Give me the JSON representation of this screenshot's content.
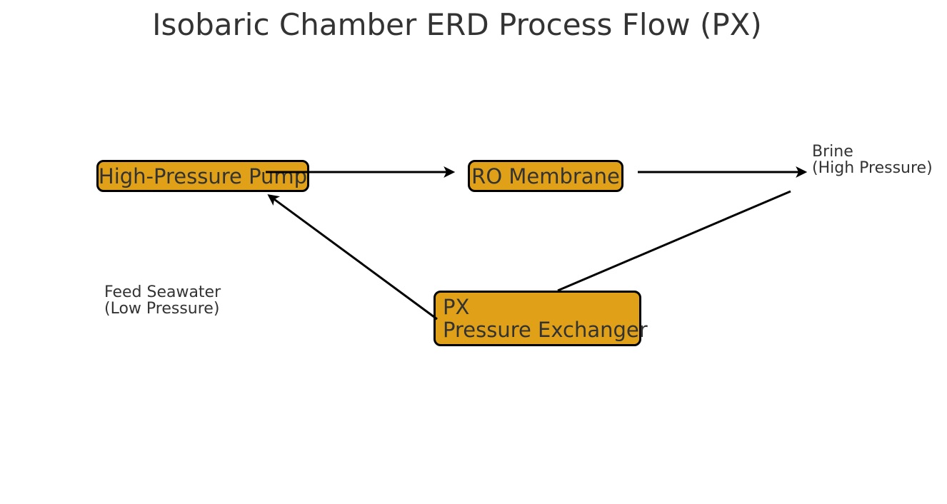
{
  "diagram": {
    "title": "Isobaric Chamber ERD Process Flow (PX)",
    "nodes": {
      "pump": {
        "label": "High-Pressure Pump"
      },
      "ro": {
        "label": "RO Membrane"
      },
      "px": {
        "line1": "PX",
        "line2": "Pressure Exchanger"
      }
    },
    "stream_labels": {
      "brine": {
        "line1": "Brine",
        "line2": "(High Pressure)"
      },
      "feed": {
        "line1": "Feed Seawater",
        "line2": "(Low Pressure)"
      }
    },
    "edges": [
      {
        "from": "high-pressure-pump",
        "to": "ro-membrane",
        "arrowhead": true
      },
      {
        "from": "ro-membrane",
        "to": "brine-label",
        "arrowhead": true
      },
      {
        "from": "brine-label",
        "to": "px-pressure-exchanger",
        "arrowhead": false
      },
      {
        "from": "px-pressure-exchanger",
        "to": "high-pressure-pump",
        "arrowhead": true
      }
    ],
    "colors": {
      "node_fill": "#e0a119",
      "node_border": "#000000",
      "text": "#333333",
      "arrow": "#000000",
      "background": "#ffffff"
    }
  }
}
